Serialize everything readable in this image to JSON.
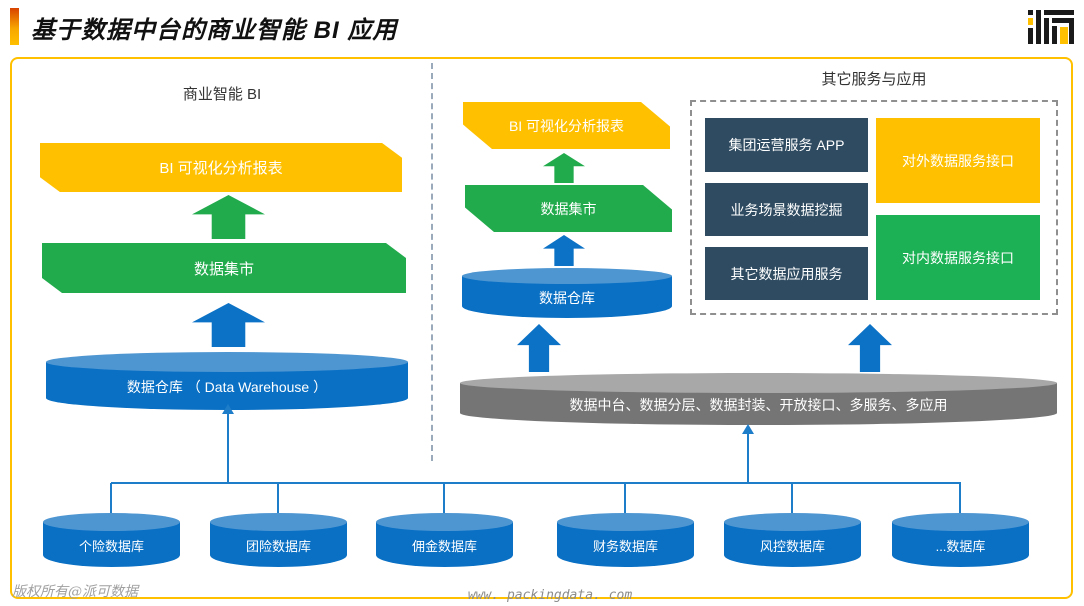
{
  "header": {
    "title": "基于数据中台的商业智能 BI 应用",
    "logo_name": "paike-data-logo"
  },
  "bi_section": {
    "label": "商业智能 BI",
    "report_banner": "BI 可视化分析报表",
    "mart_banner": "数据集市",
    "warehouse": "数据仓库 （ Data Warehouse ）"
  },
  "mid_section": {
    "report_banner": "BI 可视化分析报表",
    "mart_banner": "数据集市",
    "warehouse": "数据仓库"
  },
  "services_section": {
    "label": "其它服务与应用",
    "dark_boxes": [
      "集团运营服务 APP",
      "业务场景数据挖掘",
      "其它数据应用服务"
    ],
    "external_api_box": "对外数据服务接口",
    "internal_api_box": "对内数据服务接口"
  },
  "platform_bar": "数据中台、数据分层、数据封装、开放接口、多服务、多应用",
  "databases": [
    "个险数据库",
    "团险数据库",
    "佣金数据库",
    "财务数据库",
    "风控数据库",
    "...数据库"
  ],
  "footer": {
    "copyright": "版权所有@派可数据",
    "website": "www. packingdata. com"
  },
  "colors": {
    "accent_yellow": "#ffc000",
    "green": "#22ab4d",
    "bright_green": "#1bb154",
    "blue": "#0a70c4",
    "light_blue_top": "#4e96d2",
    "navy": "#2e4b61",
    "gray_cylinder": "#757575",
    "connector_blue": "#1e7dc8"
  }
}
